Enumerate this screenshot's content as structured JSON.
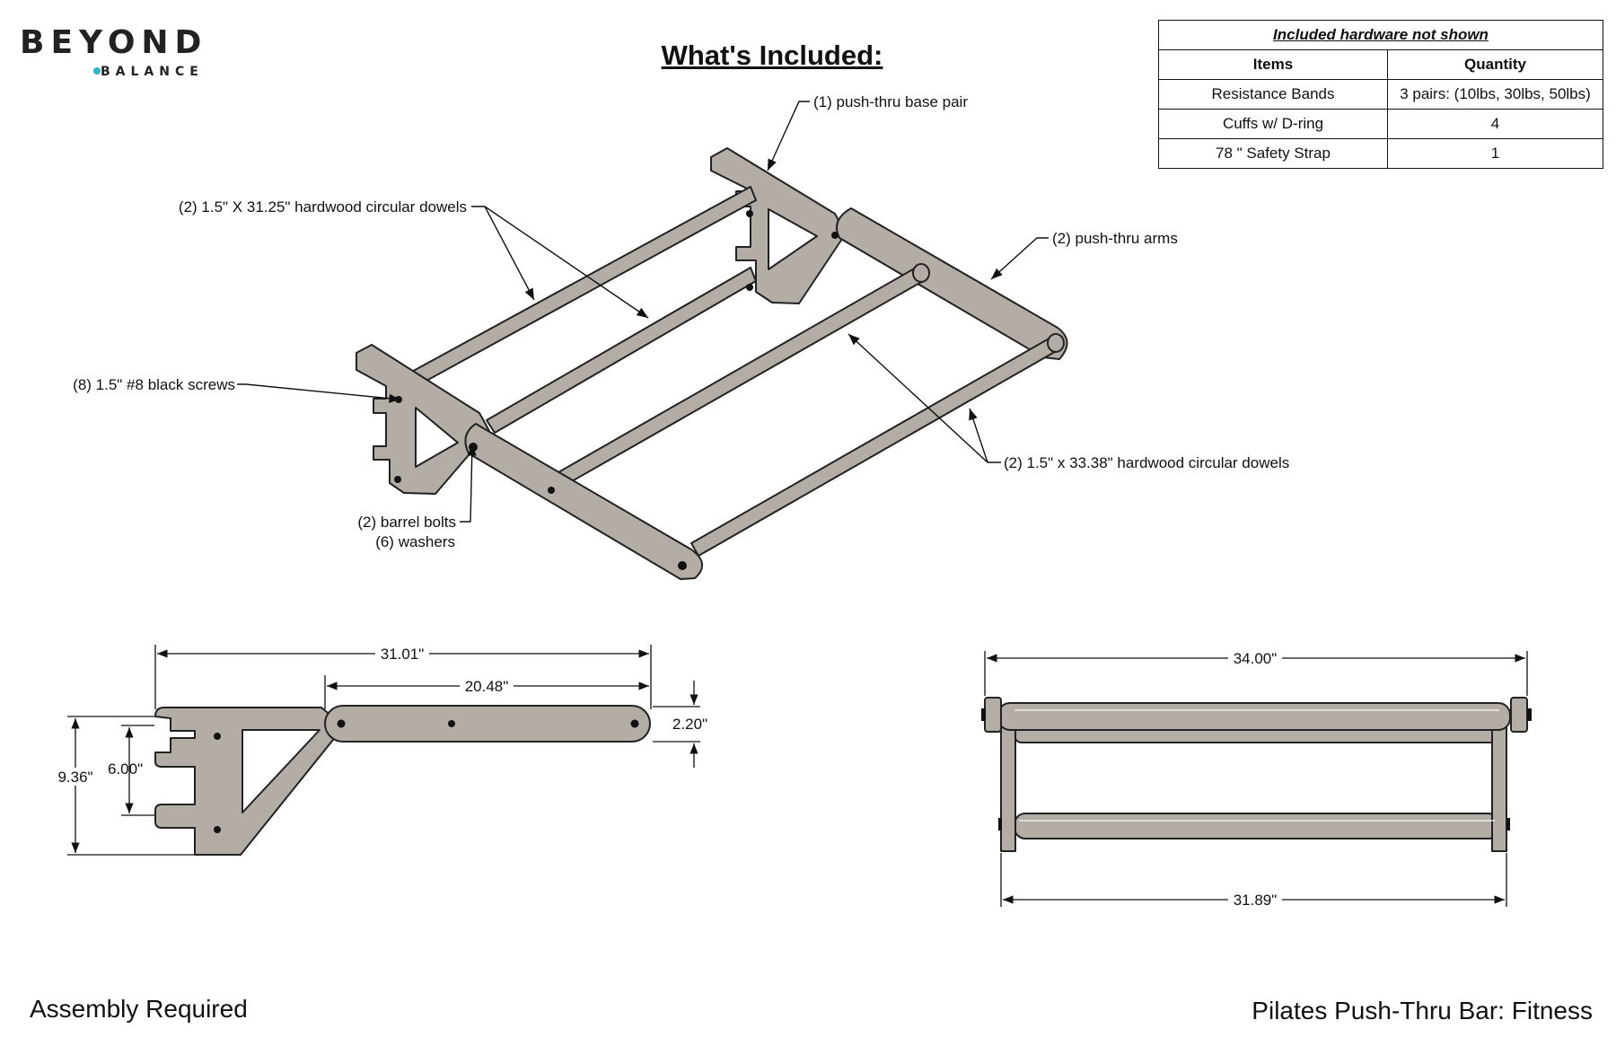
{
  "logo": {
    "main": "BEYOND",
    "sub": "BALANCE"
  },
  "title": "What's Included:",
  "hardware_table": {
    "caption": "Included hardware not shown",
    "headers": [
      "Items",
      "Quantity"
    ],
    "rows": [
      [
        "Resistance Bands",
        "3 pairs: (10lbs, 30lbs, 50lbs)"
      ],
      [
        "Cuffs w/ D-ring",
        "4"
      ],
      [
        "78 \" Safety Strap",
        "1"
      ]
    ]
  },
  "callouts": {
    "base_pair": "(1) push-thru base pair",
    "dowels_short": "(2) 1.5\"  X 31.25\" hardwood circular dowels",
    "arms": "(2) push-thru arms",
    "screws": "(8) 1.5\" #8 black screws",
    "dowels_long": "(2) 1.5\" x 33.38\" hardwood circular dowels",
    "barrel_bolts": "(2) barrel bolts",
    "washers": "(6) washers"
  },
  "side_dims": {
    "overall": "31.01\"",
    "arm": "20.48\"",
    "arm_width": "2.20\"",
    "height": "9.36\"",
    "slot_spacing": "6.00\""
  },
  "front_dims": {
    "outer": "34.00\"",
    "inner": "31.89\""
  },
  "footer": {
    "left": "Assembly Required",
    "right": "Pilates Push-Thru Bar: Fitness"
  },
  "colors": {
    "wood": "#b3ada5",
    "outline": "#222222",
    "logo_accent": "#29b6c9"
  }
}
